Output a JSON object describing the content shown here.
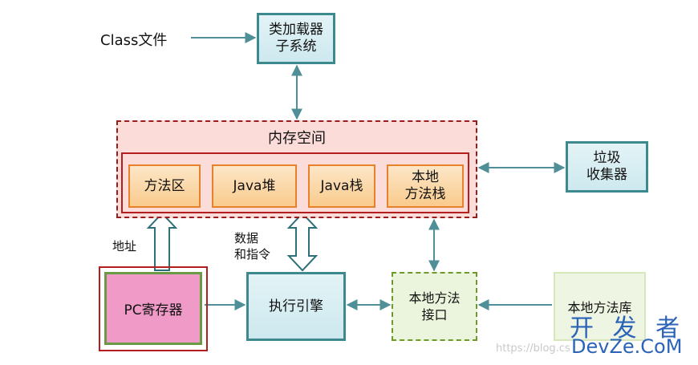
{
  "labels": {
    "class_file": "Class文件",
    "class_loader": [
      "类加载器",
      "子系统"
    ],
    "memory_space": "内存空间",
    "method_area": "方法区",
    "java_heap": "Java堆",
    "java_stack": "Java栈",
    "native_method_stack": [
      "本地",
      "方法栈"
    ],
    "gc": [
      "垃圾",
      "收集器"
    ],
    "address": "地址",
    "data_instructions": [
      "数据",
      "和指令"
    ],
    "pc_register": "PC寄存器",
    "execution_engine": "执行引擎",
    "native_interface": [
      "本地方法",
      "接口"
    ],
    "native_library": "本地方法库"
  },
  "watermark": {
    "url": "https://blog.cs",
    "cn": "开 发 者",
    "en": "DevZe.CoM"
  },
  "colors": {
    "arrow": "#4f8f97",
    "hollow_arrow_stroke": "#2f6f79"
  }
}
